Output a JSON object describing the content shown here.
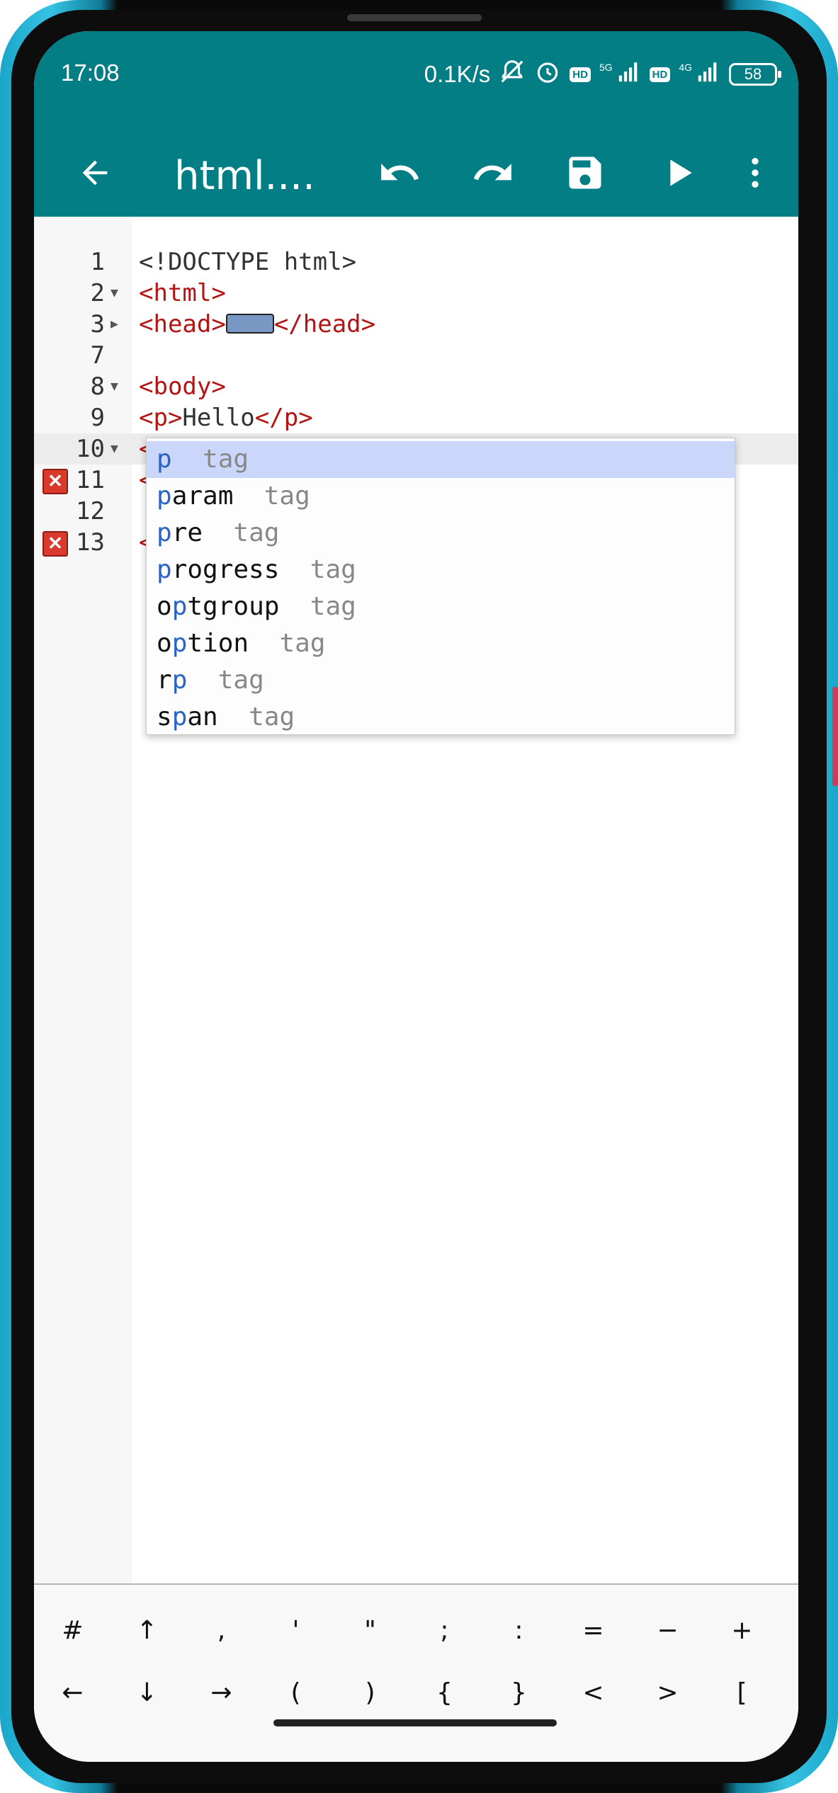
{
  "status": {
    "time": "17:08",
    "speed": "0.1K/s",
    "hd1": "HD",
    "net1": "5G",
    "hd2": "HD",
    "net2": "4G",
    "battery": "58"
  },
  "toolbar": {
    "title": "html....",
    "back_icon": "arrow-back-icon",
    "undo_icon": "undo-icon",
    "redo_icon": "redo-icon",
    "save_icon": "save-icon",
    "run_icon": "play-icon",
    "menu_icon": "more-vert-icon"
  },
  "editor": {
    "lines": [
      {
        "num": "1",
        "code": "<!DOCTYPE html>"
      },
      {
        "num": "2",
        "code": "<html>"
      },
      {
        "num": "3",
        "open": "<head>",
        "close": "</head>"
      },
      {
        "num": "7",
        "code": ""
      },
      {
        "num": "8",
        "code": "<body>"
      },
      {
        "num": "9",
        "open": "<p>",
        "text": "Hello",
        "close": "</p>"
      },
      {
        "num": "10",
        "code": "<p"
      },
      {
        "num": "11",
        "code": "<"
      },
      {
        "num": "12",
        "code": ""
      },
      {
        "num": "13",
        "code": "<"
      }
    ]
  },
  "autocomplete": {
    "items": [
      {
        "pre": "",
        "hl": "p",
        "post": "",
        "meta": "tag"
      },
      {
        "pre": "",
        "hl": "p",
        "post": "aram",
        "meta": "tag"
      },
      {
        "pre": "",
        "hl": "p",
        "post": "re",
        "meta": "tag"
      },
      {
        "pre": "",
        "hl": "p",
        "post": "rogress",
        "meta": "tag"
      },
      {
        "pre": "o",
        "hl": "p",
        "post": "tgroup",
        "meta": "tag"
      },
      {
        "pre": "o",
        "hl": "p",
        "post": "tion",
        "meta": "tag"
      },
      {
        "pre": "r",
        "hl": "p",
        "post": "",
        "meta": "tag"
      },
      {
        "pre": "s",
        "hl": "p",
        "post": "an",
        "meta": "tag"
      }
    ]
  },
  "keys": {
    "row1": [
      "#",
      "↑",
      ",",
      "'",
      "\"",
      ";",
      ":",
      "=",
      "−",
      "+"
    ],
    "row2": [
      "←",
      "↓",
      "→",
      "(",
      ")",
      "{",
      "}",
      "<",
      ">",
      "["
    ]
  },
  "colors": {
    "toolbar": "#027e84",
    "tag": "#b31414",
    "selection": "#cad6fa",
    "highlight": "#2a64c4"
  }
}
